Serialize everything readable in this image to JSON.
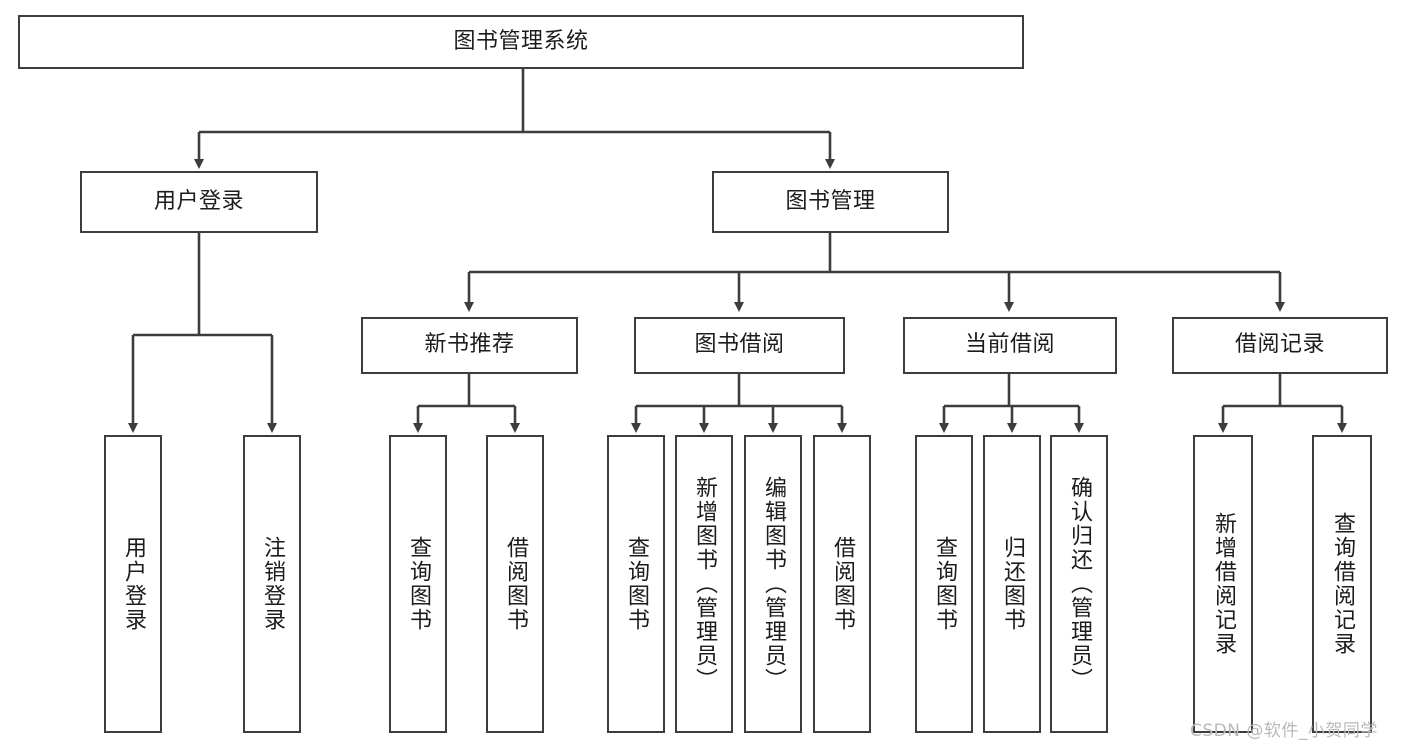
{
  "diagram": {
    "title": "图书管理系统",
    "type": "tree-hierarchy",
    "background_color": "#ffffff",
    "line_color": "#3d3d3f",
    "text_color": "#1c1c1c"
  },
  "nodes": {
    "root": {
      "label": "图书管理系统"
    },
    "level2": [
      {
        "label": "用户登录"
      },
      {
        "label": "图书管理"
      }
    ],
    "level3": [
      {
        "label": "新书推荐"
      },
      {
        "label": "图书借阅"
      },
      {
        "label": "当前借阅"
      },
      {
        "label": "借阅记录"
      }
    ],
    "leaves": {
      "user_login": [
        {
          "label": "用户登录"
        },
        {
          "label": "注销登录"
        }
      ],
      "new_book": [
        {
          "label": "查询图书"
        },
        {
          "label": "借阅图书"
        }
      ],
      "borrow_book": [
        {
          "label": "查询图书"
        },
        {
          "label": "新增图书（管理员）"
        },
        {
          "label": "编辑图书（管理员）"
        },
        {
          "label": "借阅图书"
        }
      ],
      "current_borrow": [
        {
          "label": "查询图书"
        },
        {
          "label": "归还图书"
        },
        {
          "label": "确认归还（管理员）"
        }
      ],
      "borrow_record": [
        {
          "label": "新增借阅记录"
        },
        {
          "label": "查询借阅记录"
        }
      ]
    }
  },
  "watermark": {
    "text": "CSDN @软件_小贺同学"
  }
}
